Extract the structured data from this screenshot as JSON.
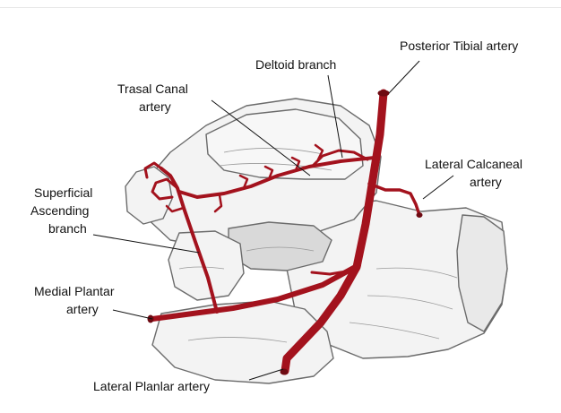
{
  "labels": {
    "posterior_tibial": "Posterior Tibial  artery",
    "deltoid_branch": "Deltoid branch",
    "trasal_canal_1": "Trasal Canal",
    "trasal_canal_2": "artery",
    "lateral_calcaneal_1": "Lateral Calcaneal",
    "lateral_calcaneal_2": "artery",
    "superficial_1": "Superficial",
    "superficial_2": "Ascending",
    "superficial_3": "branch",
    "medial_plantar_1": "Medial Plantar",
    "medial_plantar_2": "artery",
    "lateral_plantar": "Lateral Planlar artery"
  },
  "colors": {
    "artery": "#a3121d",
    "artery_dark": "#6e0a12",
    "bone_fill": "#f3f3f3",
    "bone_stroke": "#6b6b6b",
    "leader": "#111111"
  }
}
